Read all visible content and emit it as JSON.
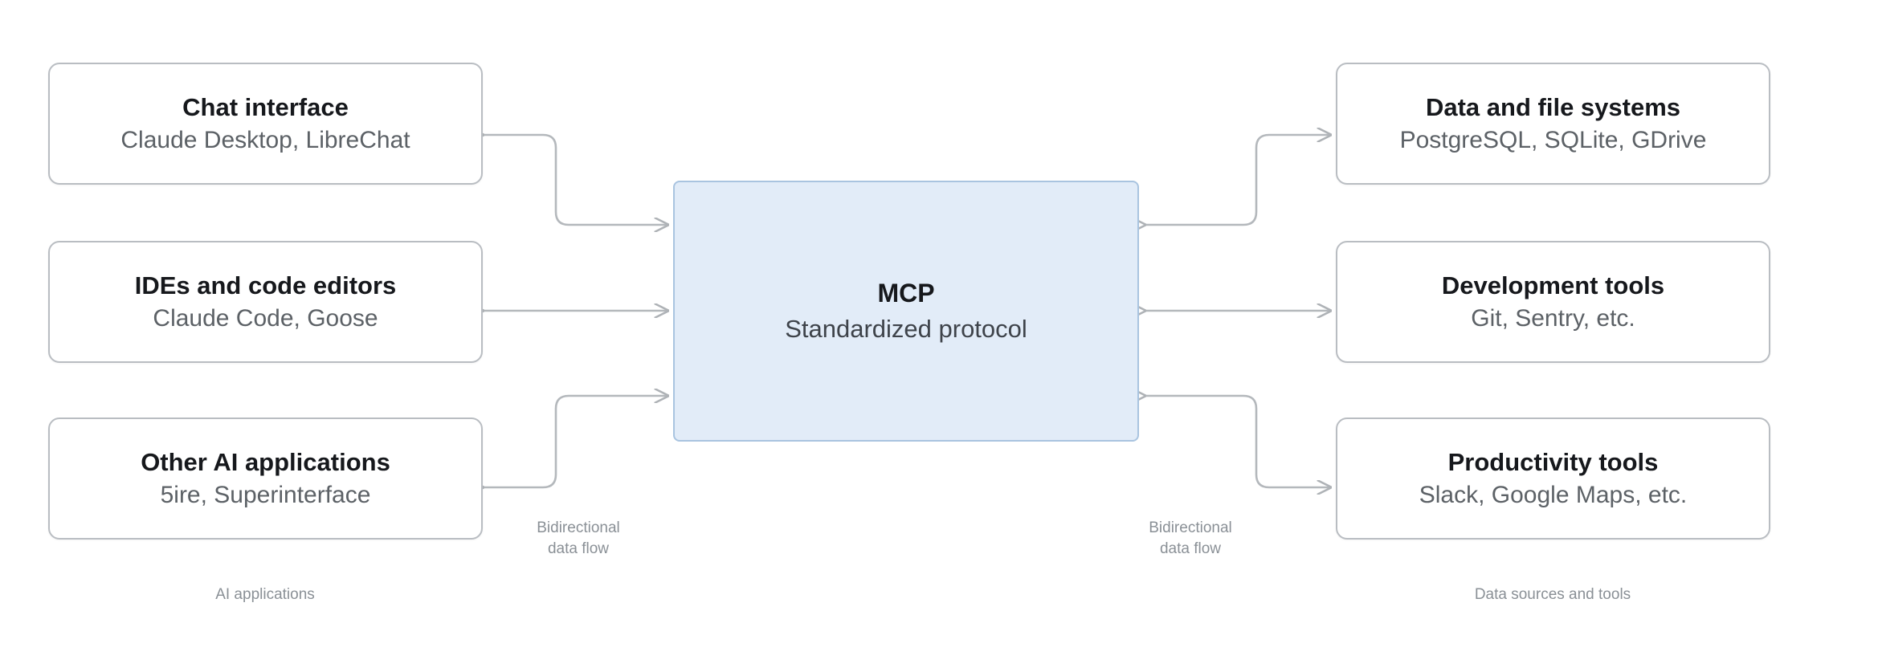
{
  "diagram": {
    "hub": {
      "title": "MCP",
      "subtitle": "Standardized protocol"
    },
    "left_column": {
      "caption": "AI applications",
      "flow_label_line1": "Bidirectional",
      "flow_label_line2": "data flow",
      "nodes": [
        {
          "title": "Chat interface",
          "subtitle": "Claude Desktop, LibreChat"
        },
        {
          "title": "IDEs and code editors",
          "subtitle": "Claude Code, Goose"
        },
        {
          "title": "Other AI applications",
          "subtitle": "5ire, Superinterface"
        }
      ]
    },
    "right_column": {
      "caption": "Data sources and tools",
      "flow_label_line1": "Bidirectional",
      "flow_label_line2": "data flow",
      "nodes": [
        {
          "title": "Data and file systems",
          "subtitle": "PostgreSQL, SQLite, GDrive"
        },
        {
          "title": "Development tools",
          "subtitle": "Git, Sentry, etc."
        },
        {
          "title": "Productivity tools",
          "subtitle": "Slack, Google Maps, etc."
        }
      ]
    },
    "colors": {
      "hub_fill": "#e2ecf8",
      "hub_border": "#a9c4e0",
      "node_border": "#b9bdc2",
      "connector": "#b4b8bc",
      "title_text": "#16181c",
      "subtitle_text": "#5c6166",
      "caption_text": "#8a9096",
      "background": "#ffffff"
    }
  }
}
